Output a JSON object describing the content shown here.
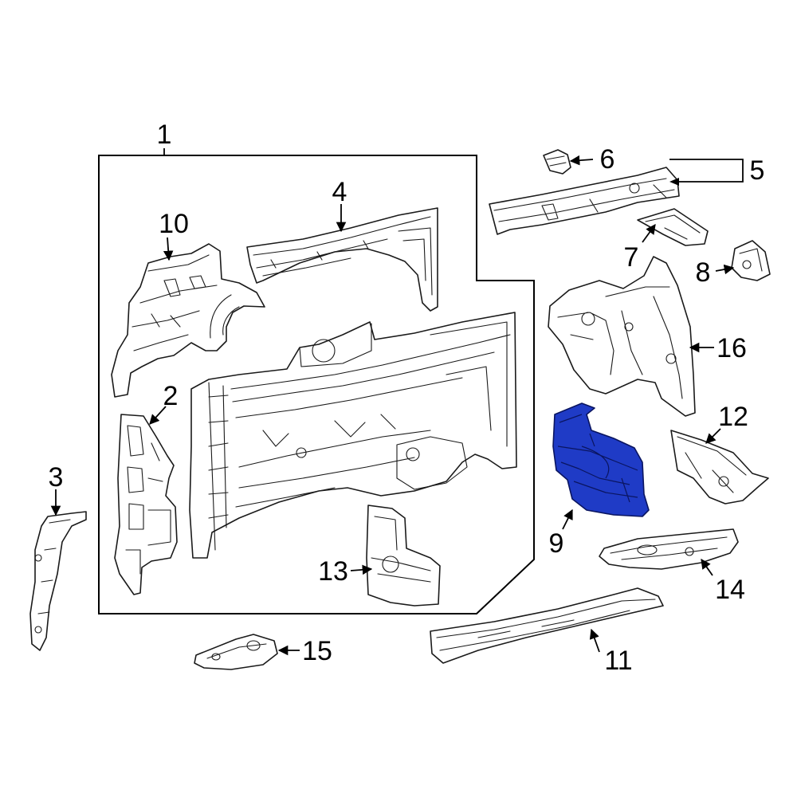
{
  "highlight_color": "#1f3bc6",
  "highlighted_part": "9",
  "callouts": {
    "c1": "1",
    "c2": "2",
    "c3": "3",
    "c4": "4",
    "c5": "5",
    "c6": "6",
    "c7": "7",
    "c8": "8",
    "c9": "9",
    "c10": "10",
    "c11": "11",
    "c12": "12",
    "c13": "13",
    "c14": "14",
    "c15": "15",
    "c16": "16"
  }
}
